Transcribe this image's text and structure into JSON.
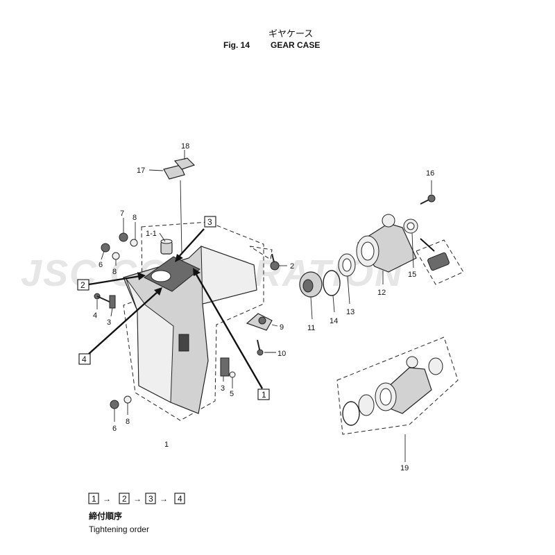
{
  "header": {
    "title_jp": "ギヤケース",
    "fig_number": "Fig. 14",
    "title_en": "GEAR CASE"
  },
  "watermark": "JSC CORPORATION",
  "callouts": [
    "1",
    "1-1",
    "2",
    "3",
    "3",
    "4",
    "5",
    "6",
    "6",
    "7",
    "8",
    "8",
    "8",
    "9",
    "10",
    "11",
    "12",
    "13",
    "14",
    "15",
    "16",
    "17",
    "18",
    "19"
  ],
  "order_boxes": [
    "1",
    "2",
    "3",
    "4"
  ],
  "legend": {
    "sequence": [
      "1",
      "2",
      "3",
      "4"
    ],
    "arrow": "→",
    "label_jp": "締付順序",
    "label_en": "Tightening order"
  }
}
